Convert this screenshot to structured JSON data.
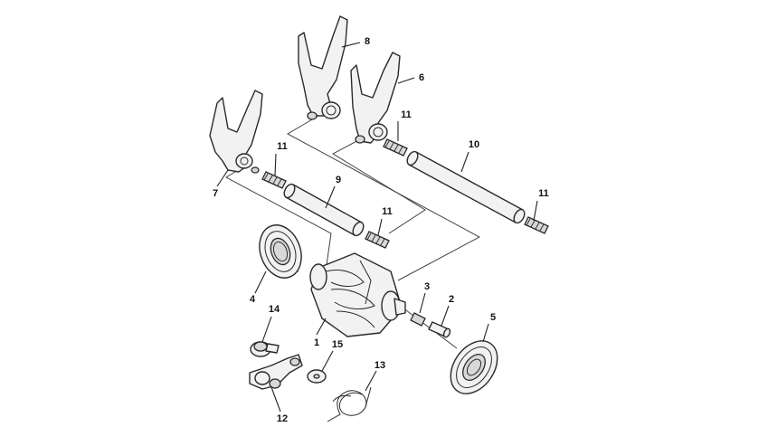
{
  "diagram": {
    "callouts": {
      "c1": "1",
      "c2": "2",
      "c3": "3",
      "c4": "4",
      "c5": "5",
      "c6": "6",
      "c7": "7",
      "c8": "8",
      "c9": "9",
      "c10": "10",
      "c11a": "11",
      "c11b": "11",
      "c11c": "11",
      "c11d": "11",
      "c12": "12",
      "c13": "13",
      "c14": "14",
      "c15": "15"
    },
    "colors": {
      "line": "#2a2a2a",
      "fill": "#f2f2f2",
      "shade": "#d8d8d8"
    }
  }
}
